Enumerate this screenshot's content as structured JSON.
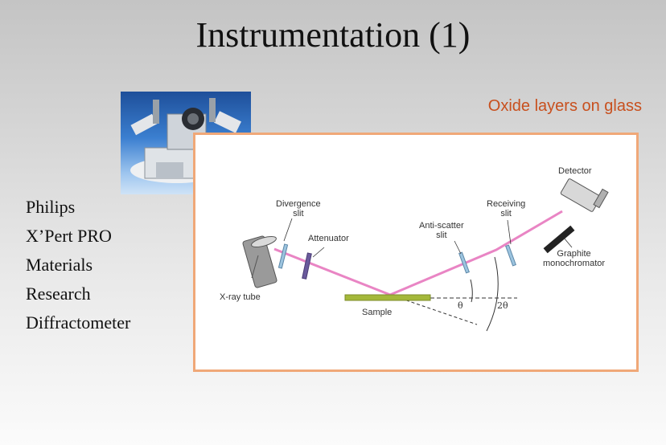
{
  "slide": {
    "title": "Instrumentation (1)",
    "subtitle": "Oxide layers on glass",
    "description_lines": [
      "Philips",
      "X’Pert PRO",
      "Materials",
      "Research",
      "Diffractometer"
    ]
  },
  "diagram": {
    "labels": {
      "detector": "Detector",
      "divergence_slit_1": "Divergence",
      "divergence_slit_2": "slit",
      "receiving_slit_1": "Receiving",
      "receiving_slit_2": "slit",
      "attenuator": "Attenuator",
      "anti_scatter_slit_1": "Anti-scatter",
      "anti_scatter_slit_2": "slit",
      "graphite_monochromator_1": "Graphite",
      "graphite_monochromator_2": "monochromator",
      "xray_tube": "X-ray tube",
      "sample": "Sample",
      "theta": "θ",
      "two_theta": "2θ"
    },
    "colors": {
      "beam": "#e985c4",
      "frame_border": "#f0a878",
      "subtitle": "#c8501e",
      "sample": "#a4b83a",
      "slit": "#9cc4df",
      "attenuator": "#6a5a9c"
    }
  }
}
